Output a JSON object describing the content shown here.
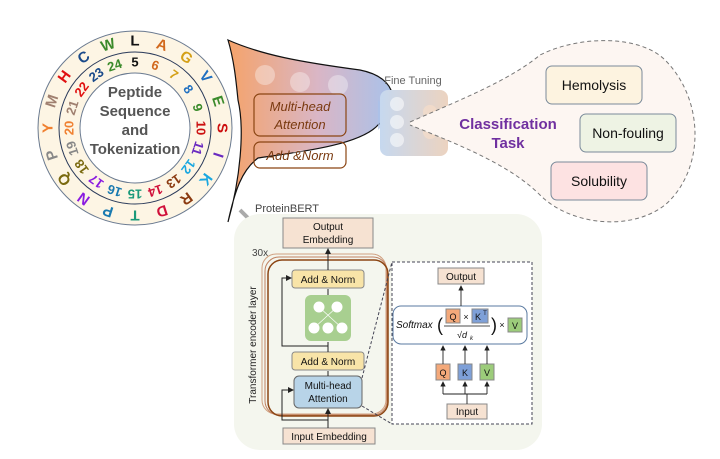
{
  "wheel": {
    "center_text": [
      "Peptide",
      "Sequence",
      "and",
      "Tokenization"
    ],
    "outer_ring": [
      {
        "label": "L",
        "color": "#111111"
      },
      {
        "label": "A",
        "color": "#d2691e"
      },
      {
        "label": "G",
        "color": "#d4a017"
      },
      {
        "label": "V",
        "color": "#1f6fc0"
      },
      {
        "label": "E",
        "color": "#3a8a2a"
      },
      {
        "label": "S",
        "color": "#cc1010"
      },
      {
        "label": "I",
        "color": "#6a2ac0"
      },
      {
        "label": "K",
        "color": "#1aa7e0"
      },
      {
        "label": "R",
        "color": "#8b3a10"
      },
      {
        "label": "D",
        "color": "#d0103a"
      },
      {
        "label": "T",
        "color": "#1a9a7a"
      },
      {
        "label": "P",
        "color": "#1a7ab0"
      },
      {
        "label": "N",
        "color": "#8a1ae0"
      },
      {
        "label": "Q",
        "color": "#7a6a10"
      },
      {
        "label": "P",
        "color": "#888888"
      },
      {
        "label": "Y",
        "color": "#f08030"
      },
      {
        "label": "M",
        "color": "#a08070"
      },
      {
        "label": "H",
        "color": "#e01010"
      },
      {
        "label": "C",
        "color": "#1a4a8a"
      },
      {
        "label": "W",
        "color": "#3a8a2a"
      }
    ],
    "inner_ring": [
      {
        "label": "5",
        "color": "#111111"
      },
      {
        "label": "6",
        "color": "#d2691e"
      },
      {
        "label": "7",
        "color": "#d4a017"
      },
      {
        "label": "8",
        "color": "#1f6fc0"
      },
      {
        "label": "9",
        "color": "#3a8a2a"
      },
      {
        "label": "10",
        "color": "#cc1010"
      },
      {
        "label": "11",
        "color": "#6a2ac0"
      },
      {
        "label": "12",
        "color": "#1aa7e0"
      },
      {
        "label": "13",
        "color": "#8b3a10"
      },
      {
        "label": "14",
        "color": "#d0103a"
      },
      {
        "label": "15",
        "color": "#1a9a7a"
      },
      {
        "label": "16",
        "color": "#1a7ab0"
      },
      {
        "label": "17",
        "color": "#8a1ae0"
      },
      {
        "label": "18",
        "color": "#7a6a10"
      },
      {
        "label": "19",
        "color": "#888888"
      },
      {
        "label": "20",
        "color": "#f08030"
      },
      {
        "label": "21",
        "color": "#a08070"
      },
      {
        "label": "22",
        "color": "#e01010"
      },
      {
        "label": "23",
        "color": "#1a4a8a"
      },
      {
        "label": "24",
        "color": "#3a8a2a"
      }
    ]
  },
  "funnel": {
    "multihead_label": [
      "Multi-head",
      "Attention"
    ],
    "addnorm_label": "Add &Norm",
    "caption": "ProteinBERT"
  },
  "fine_tuning": {
    "label": "Fine Tuning"
  },
  "classification": {
    "title": [
      "Classification",
      "Task"
    ],
    "title_color": "#7030a0",
    "tasks": [
      {
        "label": "Hemolysis",
        "fill": "#fdf3e0"
      },
      {
        "label": "Non-fouling",
        "fill": "#eef3e4"
      },
      {
        "label": "Solubility",
        "fill": "#fde2e2"
      }
    ]
  },
  "encoder": {
    "side_label": "Transformer encoder layer",
    "repeat": "30x",
    "output_embedding": [
      "Output",
      "Embedding"
    ],
    "add_norm_top": "Add & Norm",
    "add_norm_bottom": "Add & Norm",
    "multihead": [
      "Multi-head",
      "Attention"
    ],
    "input_embedding": "Input Embedding"
  },
  "attention_detail": {
    "output": "Output",
    "softmax": "Softmax",
    "q": "Q",
    "k_t": "K",
    "k_t_sup": "T",
    "v": "V",
    "times": "×",
    "sqrt_dk": "√d",
    "dk_sub": "k",
    "q_in": "Q",
    "k_in": "K",
    "v_in": "V",
    "input": "Input"
  }
}
